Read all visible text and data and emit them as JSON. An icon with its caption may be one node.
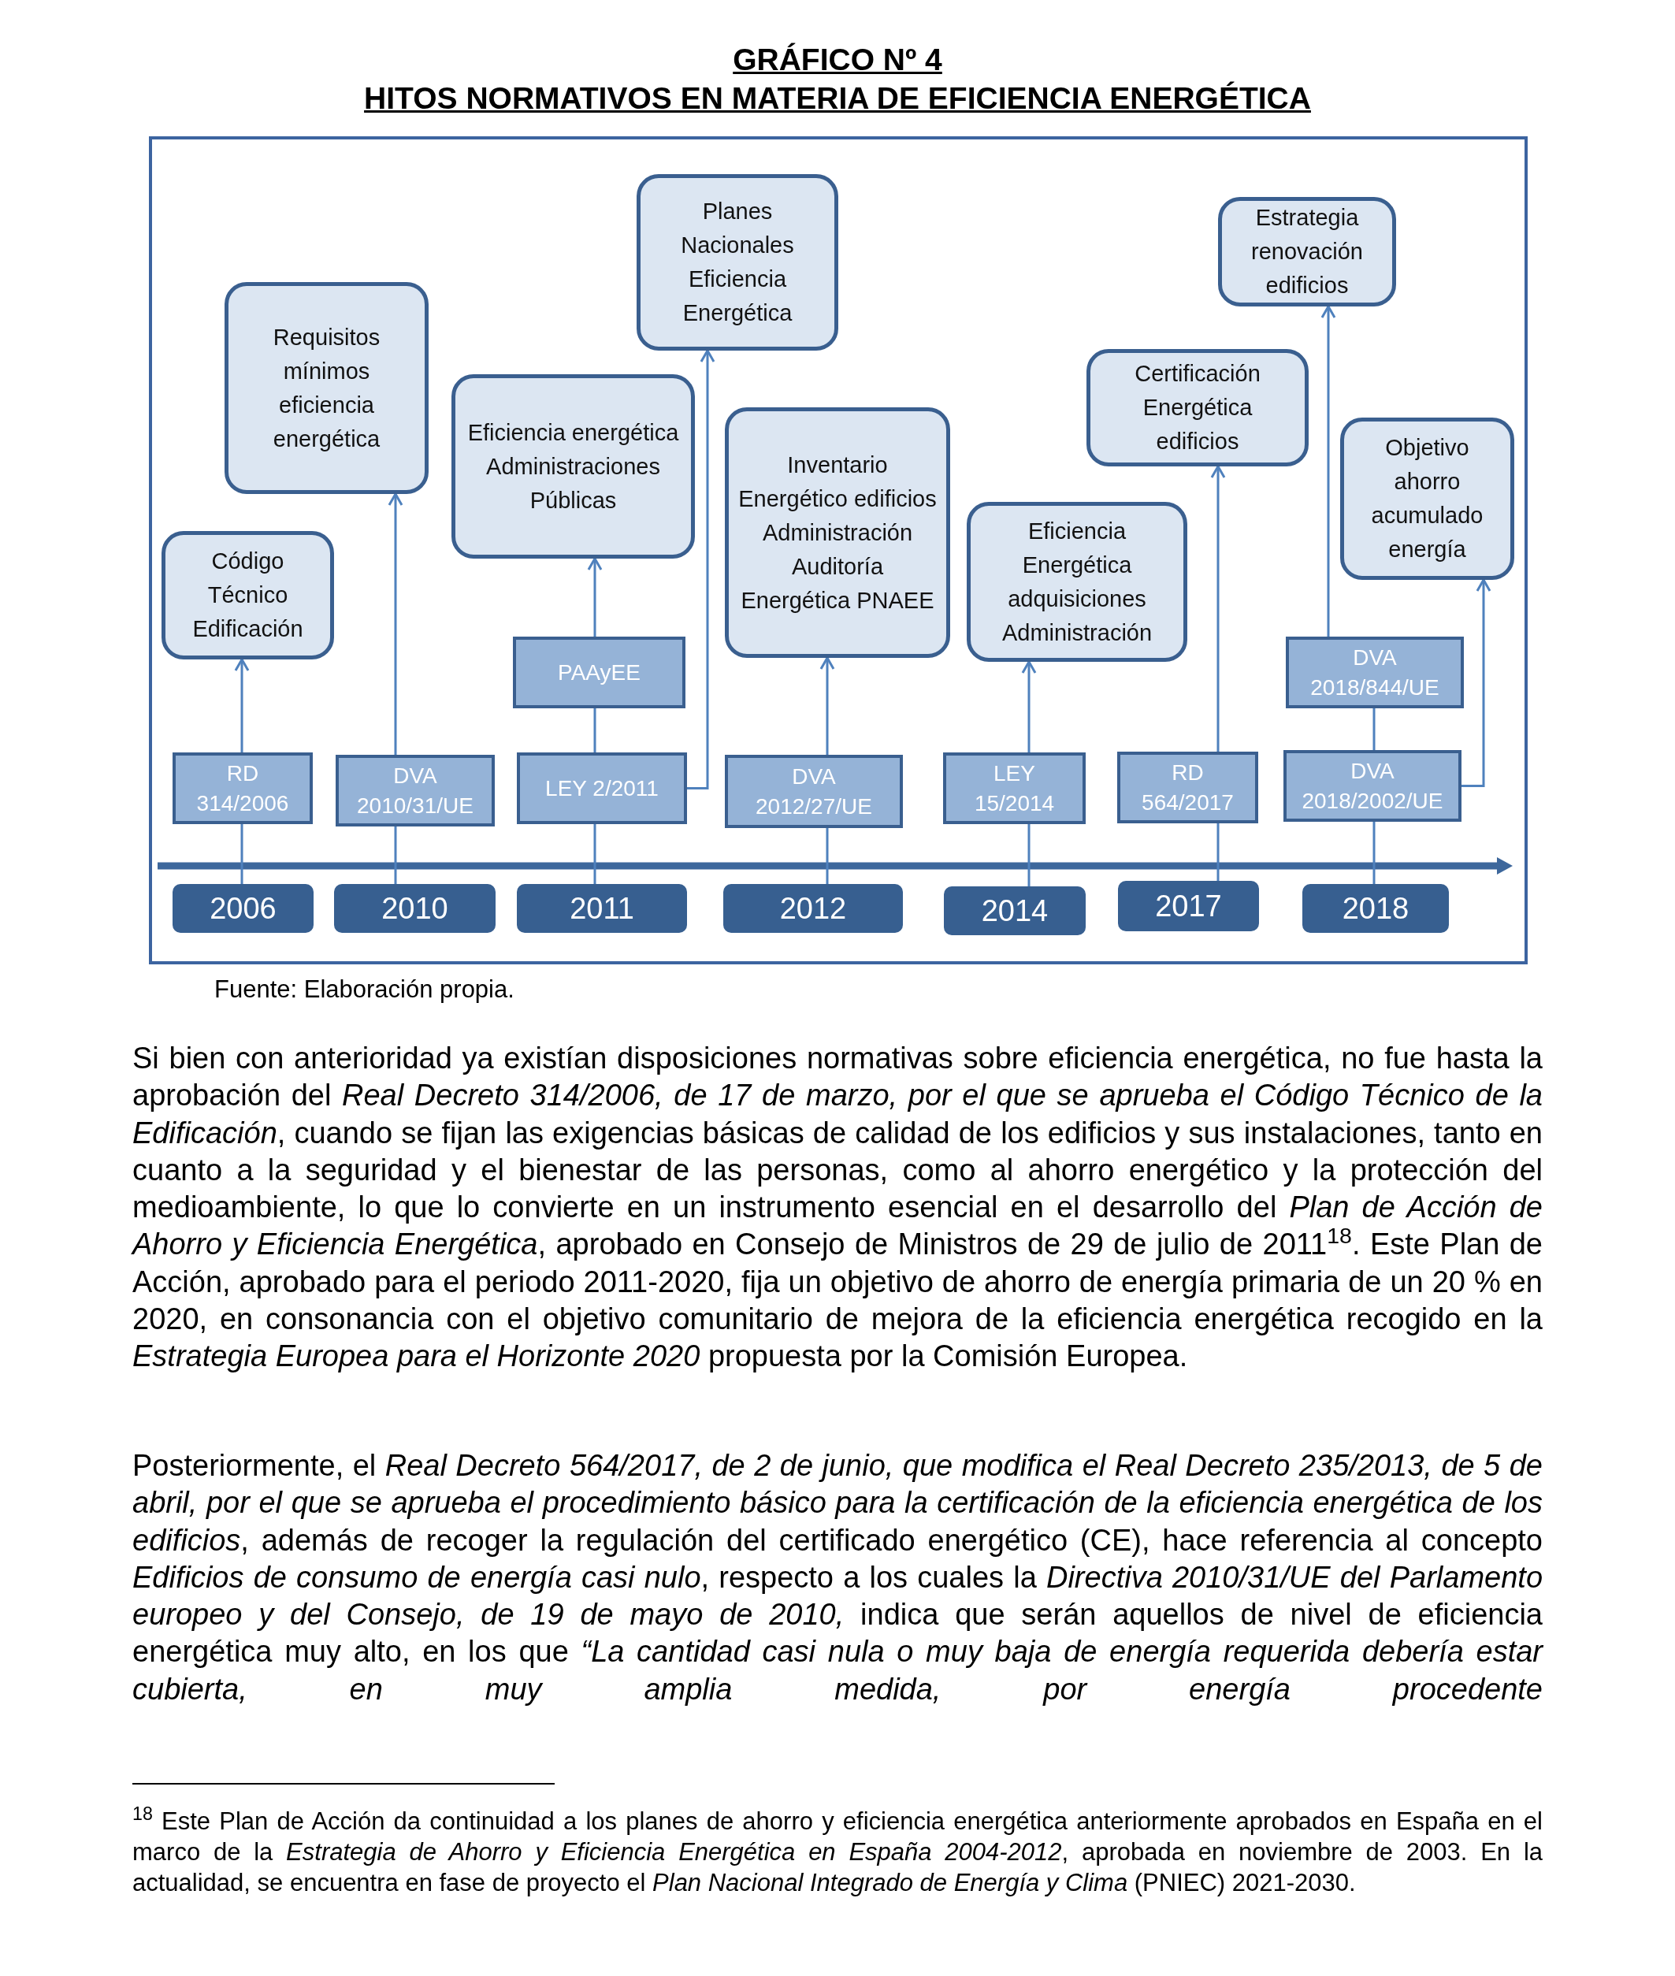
{
  "diagram": {
    "title": "GRÁFICO Nº 4",
    "nodes": [
      {
        "text": [
          "Código Técnico Edificación"
        ]
      },
      {
        "text": [
          "Requisitos mínimos eficiencia energética"
        ]
      },
      {
        "text": [
          "RD 314/2006"
        ]
      },
      {
        "text": [
          "DVA 2010/31/UE"
        ]
      },
      {
        "text": [
          "2006"
        ]
      },
      {
        "text": [
          "2010"
        ]
      },
      {
        "text": [
          "Planes Nacionales Eficiencia Energética"
        ]
      },
      {
        "text": [
          "Eficiencia energética Administraciones Públicas"
        ]
      },
      {
        "text": [
          "PAAyEE"
        ]
      },
      {
        "text": [
          "LEY 2/2011"
        ]
      },
      {
        "text": [
          "2011"
        ]
      },
      {
        "text": [
          "Inventario Energético edificios Administración Auditoría Energética PNAEE"
        ]
      },
      {
        "text": [
          "DVA 2012/27/UE"
        ]
      },
      {
        "text": [
          "2012"
        ]
      },
      {
        "text": [
          "Eficiencia Energética adquisiciones Administración"
        ]
      },
      {
        "text": [
          "LEY 15/2014"
        ]
      },
      {
        "text": [
          "2014"
        ]
      },
      {
        "text": [
          "Certificación Energética edificios"
        ]
      },
      {
        "text": [
          "RD 564/2017"
        ]
      },
      {
        "text": [
          "2017"
        ]
      },
      {
        "text": [
          "Estrategia renovación edificios"
        ]
      },
      {
        "text": [
          "Objetivo ahorro acumulado energía"
        ]
      },
      {
        "text": [
          "DVA 2018/844/UE"
        ]
      },
      {
        "text": [
          "DVA 2018/2002/UE"
        ]
      },
      {
        "text": [
          "2018"
        ]
      }
    ],
    "edges": [
      {
        "from": 4,
        "to": 2,
        "arrow": "none"
      },
      {
        "from": 2,
        "to": 0,
        "arrow": "to"
      },
      {
        "from": 5,
        "to": 3,
        "arrow": "none"
      },
      {
        "from": 3,
        "to": 1,
        "arrow": "to"
      },
      {
        "from": 10,
        "to": 9,
        "arrow": "none"
      },
      {
        "from": 9,
        "to": 8,
        "arrow": "none"
      },
      {
        "from": 8,
        "to": 7,
        "arrow": "to"
      },
      {
        "from": 9,
        "to": 6,
        "arrow": "to"
      },
      {
        "from": 13,
        "to": 12,
        "arrow": "none"
      },
      {
        "from": 12,
        "to": 11,
        "arrow": "to"
      },
      {
        "from": 16,
        "to": 15,
        "arrow": "none"
      },
      {
        "from": 15,
        "to": 14,
        "arrow": "to"
      },
      {
        "from": 19,
        "to": 18,
        "arrow": "none"
      },
      {
        "from": 18,
        "to": 17,
        "arrow": "to"
      },
      {
        "from": 24,
        "to": 23,
        "arrow": "none"
      },
      {
        "from": 23,
        "to": 22,
        "arrow": "none"
      },
      {
        "from": 22,
        "to": 20,
        "arrow": "to"
      },
      {
        "from": 23,
        "to": 21,
        "arrow": "to"
      }
    ],
    "labels": [
      "HITOS NORMATIVOS EN MATERIA DE EFICIENCIA ENERGÉTICA",
      "Fuente: Elaboración propia.",
      "Si bien con anterioridad ya existían disposiciones normativas sobre eficiencia energética, no fue hasta la aprobación del *Real Decreto 314/2006, de 17 de marzo, por el que se aprueba el Código Técnico de la Edificación*, cuando se fijan las exigencias básicas de calidad de los edificios y sus instalaciones, tanto en cuanto a la seguridad y el bienestar de las personas, como al ahorro energético y la protección del medioambiente, lo que lo convierte en un instrumento esencial en el desarrollo del *Plan de Acción de Ahorro y Eficiencia Energética*, aprobado en Consejo de Ministros de 29 de julio de 2011$^{18}$. Este Plan de Acción, aprobado para el periodo 2011-2020, fija un objetivo de ahorro de energía primaria de un 20 % en 2020, en consonancia con el objetivo comunitario de mejora de la eficiencia energética recogido en la *Estrategia Europea para el Horizonte 2020* propuesta por la Comisión Europea.",
      "Posteriormente, el *Real Decreto 564/2017, de 2 de junio, que modifica el Real Decreto 235/2013, de 5 de abril, por el que se aprueba el procedimiento básico para la certificación de la eficiencia energética de los edificios*, además de recoger la regulación del certificado energético (CE), hace referencia al concepto *Edificios de consumo de energía casi nulo*, respecto a los cuales la *Directiva 2010/31/UE del Parlamento europeo y del Consejo, de 19 de mayo de 2010,* indica que serán aquellos de nivel de eficiencia energética muy alto, en los que *“La cantidad casi nula o muy baja de energía requerida debería estar cubierta, en muy amplia medida, por energía procedente*",
      "$^{18}$ Este Plan de Acción da continuidad a los planes de ahorro y eficiencia energética anteriormente aprobados en España en el marco de la *Estrategia de Ahorro y Eficiencia Energética en España 2004-2012*, aprobada en noviembre de 2003. En la actualidad, se encuentra en fase de proyecto el *Plan Nacional Integrado de Energía y Clima* (PNIEC) 2021-2030."
    ]
  }
}
